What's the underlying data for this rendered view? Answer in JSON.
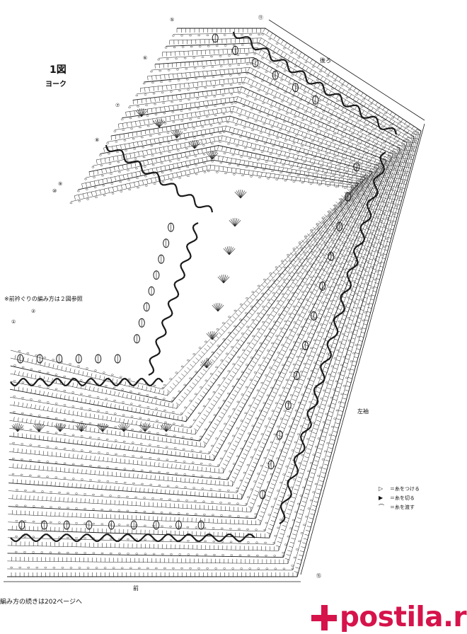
{
  "title": "1図",
  "subtitle": "ヨーク",
  "labels": {
    "back": "後ろ",
    "sleeve": "左袖",
    "front": "前"
  },
  "notes": {
    "neckline": "※前衿ぐりの編み方は２図参照",
    "continuation": "編み方の続きは202ページへ"
  },
  "legend": [
    {
      "icon": "attach-yarn-icon",
      "symbol": "▷",
      "text": "＝糸をつける"
    },
    {
      "icon": "cut-yarn-icon",
      "symbol": "▶",
      "text": "＝糸を切る"
    },
    {
      "icon": "carry-yarn-icon",
      "symbol": "⌒",
      "text": "＝糸を渡す"
    }
  ],
  "round_markers": [
    "①",
    "②",
    "⑤",
    "⑥",
    "⑦",
    "⑧",
    "⑨",
    "⑩",
    "⑪",
    "⑮"
  ],
  "watermark": "postila.ru"
}
